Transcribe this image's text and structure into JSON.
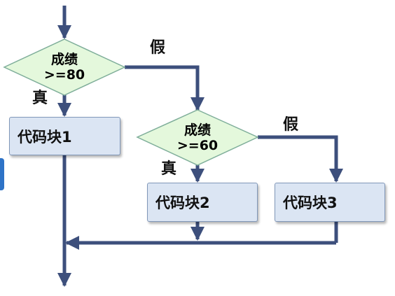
{
  "decision1": {
    "line1": "成绩",
    "line2": ">=80"
  },
  "decision2": {
    "line1": "成绩",
    "line2": ">=60"
  },
  "labels": {
    "true1": "真",
    "false1": "假",
    "true2": "真",
    "false2": "假"
  },
  "blocks": {
    "block1": "代码块1",
    "block2": "代码块2",
    "block3": "代码块3"
  },
  "colors": {
    "line": "#3d4f7c",
    "decision_fill": "#e4f8dc",
    "block_fill": "#dbe5f3"
  }
}
